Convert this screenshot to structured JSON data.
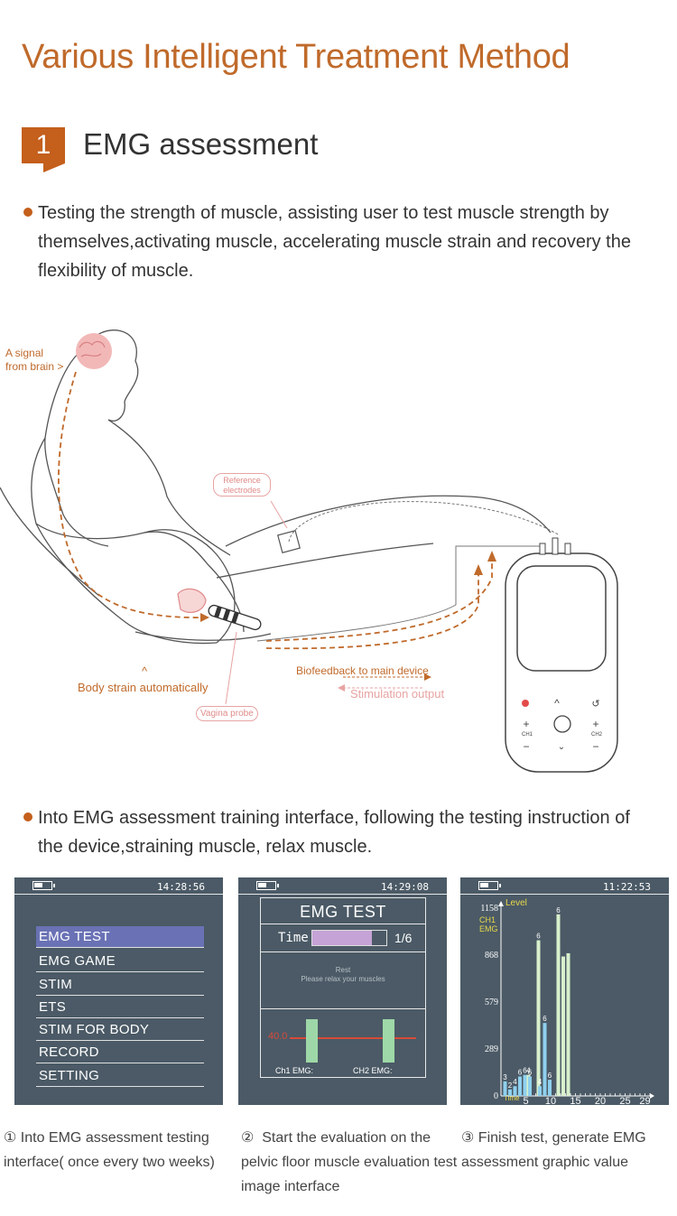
{
  "header": {
    "title": "Various Intelligent Treatment Method",
    "section_number": "1",
    "section_title": "EMG assessment"
  },
  "intro": {
    "line1": "Testing the strength of muscle, assisting user to test muscle strength by",
    "line2": "themselves,activating muscle, accelerating muscle strain and recovery the",
    "line3": "flexibility of muscle."
  },
  "illustration": {
    "signal_label_1": "A signal",
    "signal_label_2": "from brain >",
    "reference_1": "Reference",
    "reference_2": "electrodes",
    "caret": "^",
    "body_strain": "Body strain automatically",
    "vagina_probe": "Vagina probe",
    "biofeedback": "Biofeedback to main device",
    "stimulation": "Stimulation output",
    "device_ch1": "CH1",
    "device_ch2": "CH2",
    "colors": {
      "accent": "#c45f1c",
      "pink": "#e8a3a3",
      "line": "#555555"
    }
  },
  "interface": {
    "line1": "Into EMG assessment training interface, following the testing instruction of",
    "line2": "the device,straining muscle, relax muscle."
  },
  "screens": {
    "menu": {
      "time": "14:28:56",
      "items": [
        "EMG TEST",
        "EMG GAME",
        "STIM",
        "ETS",
        "STIM FOR BODY",
        "RECORD",
        "SETTING"
      ],
      "selected": "EMG TEST"
    },
    "test": {
      "time": "14:29:08",
      "title": "EMG TEST",
      "time_label": "Time",
      "progress_fraction": 0.8,
      "counter": "1/6",
      "rest": "Rest",
      "instruction": "Please relax your muscles",
      "threshold": "40.0",
      "ch1_label": "Ch1 EMG:",
      "ch2_label": "CH2 EMG:",
      "ch1_level": 0.48,
      "ch2_level": 0.48
    },
    "result": {
      "time": "11:22:53",
      "level_label": "Level",
      "ch_label": "CH1",
      "emg_label": "EMG",
      "y_ticks": [
        "1158",
        "868",
        "579",
        "289",
        "0"
      ],
      "x_ticks": [
        "5",
        "10",
        "15",
        "20",
        "25",
        "29"
      ],
      "x_axis_label": "Time"
    }
  },
  "chart_data": {
    "type": "bar",
    "ylim": [
      0,
      1158
    ],
    "y_ticks": [
      0,
      289,
      579,
      868,
      1158
    ],
    "x_ticks": [
      5,
      10,
      15,
      20,
      25,
      29
    ],
    "series": [
      {
        "values": [
          {
            "x": 1,
            "blue": 90,
            "green": 0
          },
          {
            "x": 2,
            "blue": 40,
            "green": 0
          },
          {
            "x": 3,
            "blue": 60,
            "green": 0
          },
          {
            "x": 4,
            "blue": 120,
            "green": 0
          },
          {
            "x": 5,
            "blue": 130,
            "green": 130
          },
          {
            "x": 6,
            "blue": 120,
            "green": 0
          },
          {
            "x": 7,
            "blue": 0,
            "green": 960
          },
          {
            "x": 8,
            "blue": 60,
            "green": 0
          },
          {
            "x": 9,
            "blue": 450,
            "green": 0
          },
          {
            "x": 10,
            "blue": 100,
            "green": 0
          },
          {
            "x": 11,
            "blue": 0,
            "green": 1120
          },
          {
            "x": 12,
            "blue": 0,
            "green": 860
          },
          {
            "x": 13,
            "blue": 0,
            "green": 880
          }
        ]
      }
    ],
    "labels": [
      "3",
      "2",
      "4",
      "6",
      "6",
      "4",
      "6",
      "6",
      "4",
      "6",
      "6",
      "6"
    ]
  }
}
